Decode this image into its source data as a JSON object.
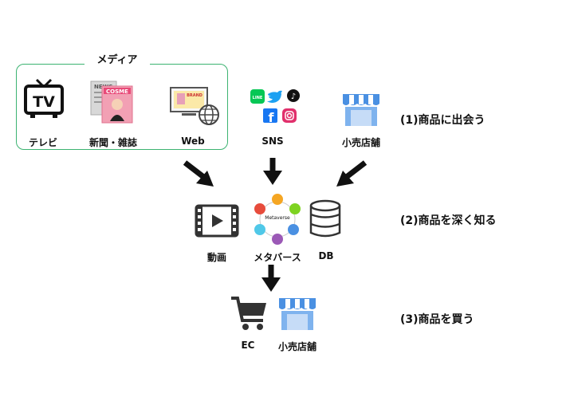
{
  "media_group": {
    "title": "メディア",
    "items": [
      {
        "label": "テレビ",
        "icon": "tv-icon"
      },
      {
        "label": "新聞・雑誌",
        "icon": "newspaper-magazine-icon"
      },
      {
        "label": "Web",
        "icon": "web-browser-icon"
      }
    ]
  },
  "sources": [
    {
      "label": "SNS",
      "icon": "sns-logos-icon"
    },
    {
      "label": "小売店舗",
      "icon": "store-icon"
    }
  ],
  "level2": [
    {
      "label": "動画",
      "icon": "video-icon"
    },
    {
      "label": "メタバース",
      "icon": "metaverse-icon",
      "center_text": "Metaverse"
    },
    {
      "label": "DB",
      "icon": "database-icon"
    }
  ],
  "level3": [
    {
      "label": "EC",
      "icon": "shopping-cart-icon"
    },
    {
      "label": "小売店舗",
      "icon": "store-icon"
    }
  ],
  "steps": [
    "(1)商品に出会う",
    "(2)商品を深く知る",
    "(3)商品を買う"
  ],
  "colors": {
    "media_border": "#3cb371",
    "store_blue": "#4a90e2",
    "icon_dark": "#111111"
  }
}
